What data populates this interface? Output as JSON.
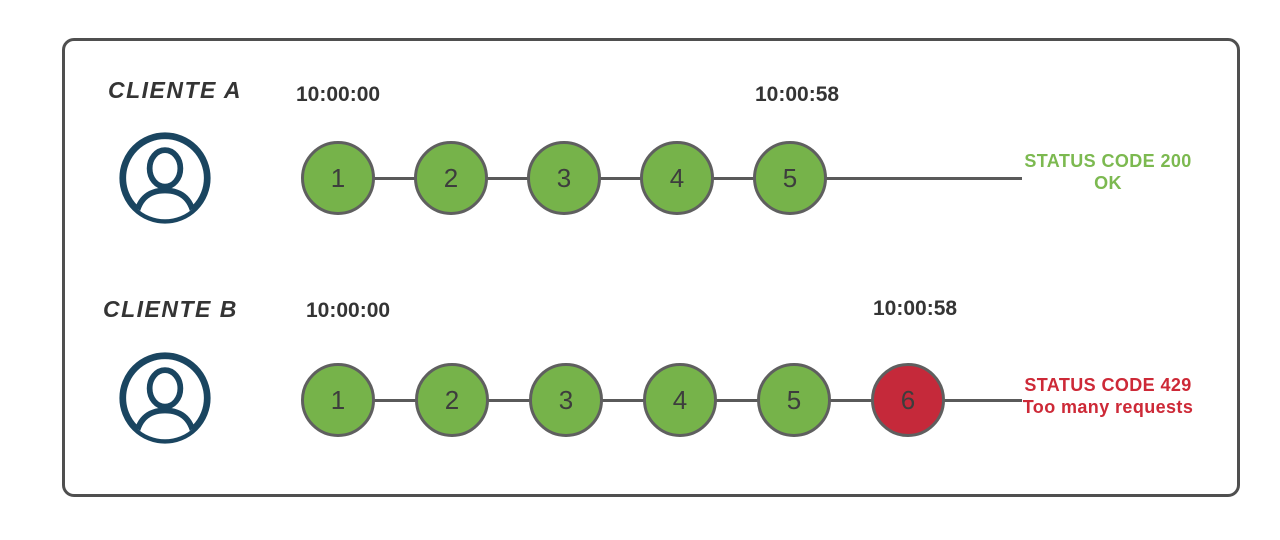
{
  "colors": {
    "green": "#76b34a",
    "red": "#c5293a",
    "navy": "#1a4560",
    "circle-border": "#5f5f5f",
    "line": "#5a5a5a",
    "frame-border": "#4f4f4f",
    "text-dark": "#343434",
    "status-green": "#7cb950",
    "status-red": "#cd2937"
  },
  "rows": [
    {
      "client": "CLIENTE A",
      "start_time": "10:00:00",
      "end_time": "10:00:58",
      "requests": [
        {
          "n": "1",
          "state": "ok"
        },
        {
          "n": "2",
          "state": "ok"
        },
        {
          "n": "3",
          "state": "ok"
        },
        {
          "n": "4",
          "state": "ok"
        },
        {
          "n": "5",
          "state": "ok"
        }
      ],
      "status": {
        "line1": "STATUS CODE 200",
        "line2": "OK"
      }
    },
    {
      "client": "CLIENTE B",
      "start_time": "10:00:00",
      "end_time": "10:00:58",
      "requests": [
        {
          "n": "1",
          "state": "ok"
        },
        {
          "n": "2",
          "state": "ok"
        },
        {
          "n": "3",
          "state": "ok"
        },
        {
          "n": "4",
          "state": "ok"
        },
        {
          "n": "5",
          "state": "ok"
        },
        {
          "n": "6",
          "state": "error"
        }
      ],
      "status": {
        "line1": "STATUS CODE 429",
        "line2": "Too many requests"
      }
    }
  ]
}
